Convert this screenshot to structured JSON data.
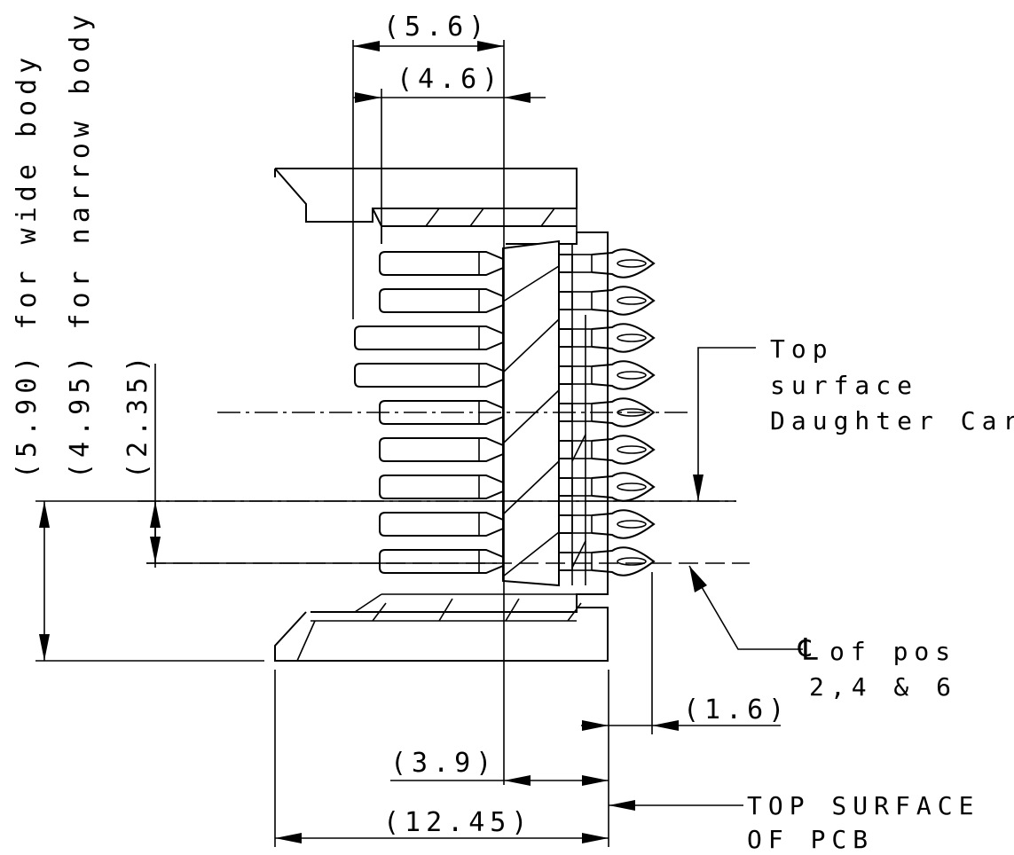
{
  "dimensions": {
    "top_outer": "(5.6)",
    "top_inner": "(4.6)",
    "height_wide": "(5.90) for wide body",
    "height_narrow": "(4.95) for narrow body",
    "offset": "(2.35)",
    "pin_offset": "(1.6)",
    "center_to_pcb": "(3.9)",
    "overall_width": "(12.45)"
  },
  "labels": {
    "daughter_card": [
      "Top",
      "surface",
      "Daughter Card"
    ],
    "centerline": [
      "of pos",
      "2,4 & 6"
    ],
    "centerline_symbol": "℄",
    "pcb": [
      "TOP SURFACE",
      "OF PCB"
    ]
  }
}
